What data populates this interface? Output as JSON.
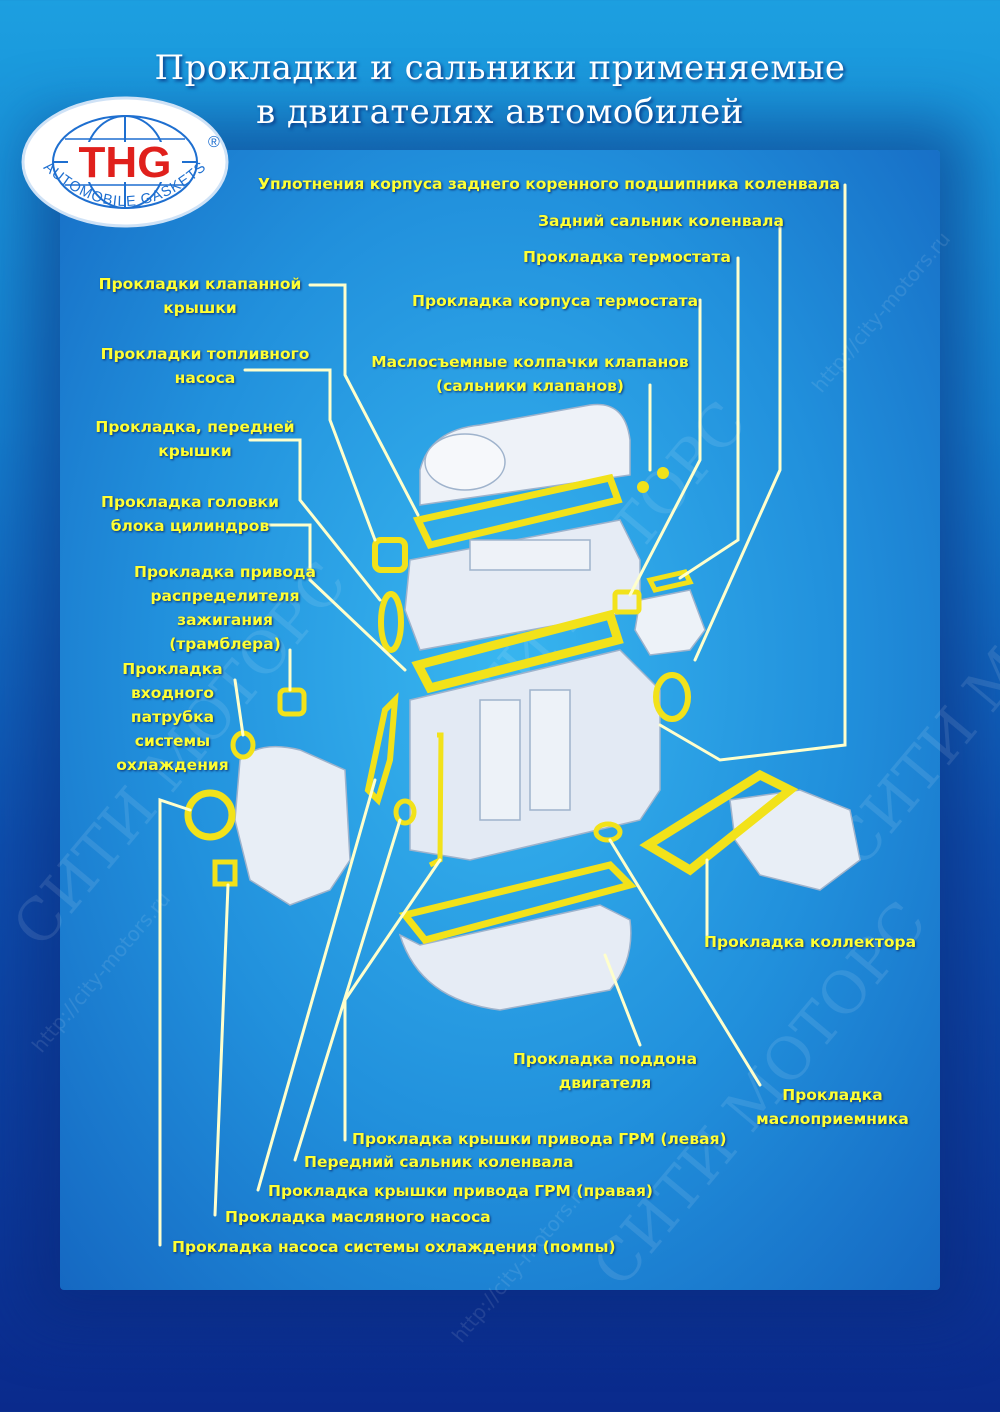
{
  "title": {
    "line1": "Прокладки и сальники применяемые",
    "line2": "в двигателях автомобилей"
  },
  "logo": {
    "brand": "THG",
    "subtitle": "AUTOMOBILE GASKETS",
    "registered": "®",
    "colors": {
      "ring": "#1e6fd0",
      "brand": "#e0201c",
      "bg": "#ffffff"
    }
  },
  "watermark": {
    "text": "СИТИ МОТОРС",
    "url": "http://city-motors.ru"
  },
  "labels": {
    "rear_main_bearing_seals": "Уплотнения корпуса заднего коренного подшипника коленвала",
    "rear_crank_seal": "Задний сальник коленвала",
    "thermostat_gasket": "Прокладка термостата",
    "thermostat_housing_gasket": "Прокладка корпуса термостата",
    "valve_stem_seals_1": "Маслосъемные колпачки клапанов",
    "valve_stem_seals_2": "(сальники клапанов)",
    "valve_cover_1": "Прокладки клапанной",
    "valve_cover_2": "крышки",
    "fuel_pump_1": "Прокладки топливного",
    "fuel_pump_2": "насоса",
    "front_cover_1": "Прокладка, передней",
    "front_cover_2": "крышки",
    "head_gasket_1": "Прокладка головки",
    "head_gasket_2": "блока цилиндров",
    "distributor_1": "Прокладка привода",
    "distributor_2": "распределителя",
    "distributor_3": "зажигания",
    "distributor_4": "(трамблера)",
    "inlet_pipe_1": "Прокладка",
    "inlet_pipe_2": "входного",
    "inlet_pipe_3": "патрубка",
    "inlet_pipe_4": "системы",
    "inlet_pipe_5": "охлаждения",
    "manifold": "Прокладка коллектора",
    "oil_pan_1": "Прокладка поддона",
    "oil_pan_2": "двигателя",
    "oil_pickup_1": "Прокладка",
    "oil_pickup_2": "маслоприемника",
    "timing_cover_left": "Прокладка крышки привода ГРМ (левая)",
    "front_crank_seal": "Передний сальник коленвала",
    "timing_cover_right": "Прокладка крышки привода ГРМ (правая)",
    "oil_pump": "Прокладка масляного насоса",
    "water_pump": "Прокладка насоса системы охлаждения (помпы)"
  },
  "colors": {
    "label": "#ffff33",
    "leader": "#ffffcc",
    "gasket": "#f2e21a",
    "engine_part": "#e8eef6"
  }
}
